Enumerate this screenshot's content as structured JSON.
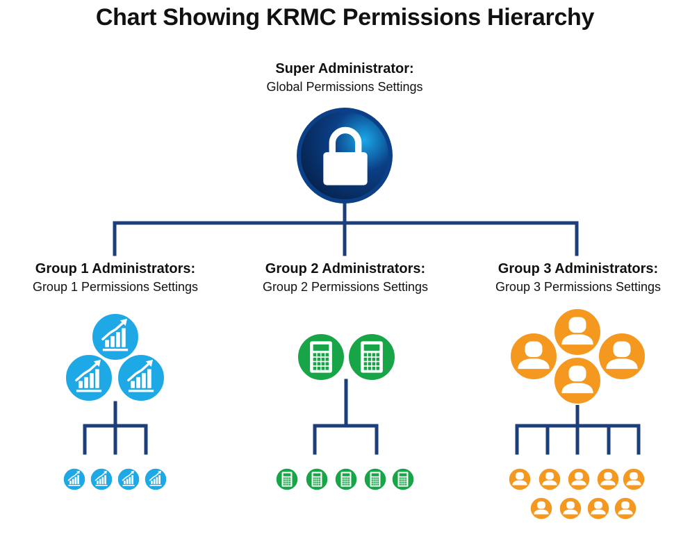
{
  "title": "Chart Showing KRMC Permissions Hierarchy",
  "super": {
    "title": "Super Administrator:",
    "subtitle": "Global Permissions Settings",
    "icon": "lock-icon"
  },
  "groups": [
    {
      "title": "Group 1 Administrators:",
      "subtitle": "Group 1 Permissions Settings",
      "icon": "chart-growth-icon",
      "color": "#1fa8e6",
      "large_icons": 3,
      "small_icons": 4
    },
    {
      "title": "Group 2 Administrators:",
      "subtitle": "Group 2 Permissions Settings",
      "icon": "calculator-icon",
      "color": "#17a548",
      "large_icons": 2,
      "small_icons": 5
    },
    {
      "title": "Group 3 Administrators:",
      "subtitle": "Group 3 Permissions Settings",
      "icon": "user-icon",
      "color": "#f5981f",
      "large_icons": 4,
      "small_icons": 9
    }
  ],
  "colors": {
    "connector": "#1c3f7c",
    "super_circle": "#0b3f86"
  }
}
